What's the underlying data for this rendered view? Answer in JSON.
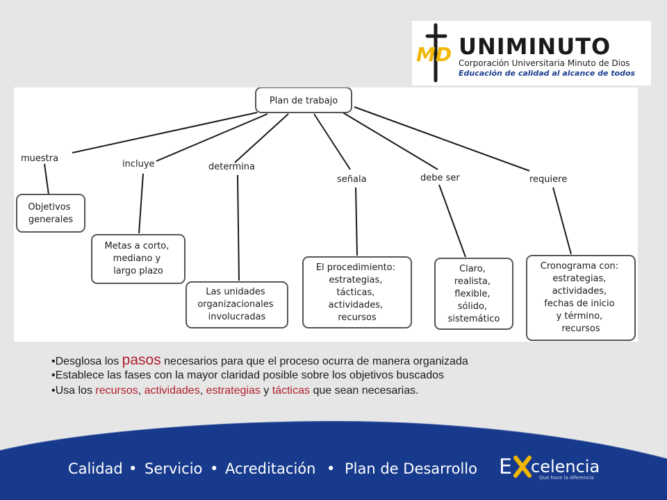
{
  "logo": {
    "initials": "MD",
    "title": "UNIMINUTO",
    "subtitle": "Corporación Universitaria Minuto de Dios",
    "slogan": "Educación de calidad al alcance de todos"
  },
  "diagram": {
    "root": "Plan de trabajo",
    "links": [
      "muestra",
      "incluye",
      "determina",
      "señala",
      "debe ser",
      "requiere"
    ],
    "targets": [
      [
        "Objetivos",
        "generales"
      ],
      [
        "Metas a corto,",
        "mediano y",
        "largo plazo"
      ],
      [
        "Las unidades",
        "organizacionales",
        "involucradas"
      ],
      [
        "El procedimiento:",
        "estrategias,",
        "tácticas,",
        "actividades,",
        "recursos"
      ],
      [
        "Claro,",
        "realista,",
        "flexible,",
        "sólido,",
        "sistemático"
      ],
      [
        "Cronograma con:",
        "estrategias,",
        "actividades,",
        "fechas de inicio",
        "y término,",
        "recursos"
      ]
    ]
  },
  "bullets": {
    "b1": {
      "pre": "•Desglosa los ",
      "emph": "pasos",
      "post": " necesarios para que el proceso ocurra de manera organizada"
    },
    "b2": {
      "text": "•Establece las fases con la mayor claridad posible sobre los objetivos buscados"
    },
    "b3": {
      "pre": "•Usa los ",
      "r1": "recursos",
      "s1": ", ",
      "r2": "actividades",
      "s2": ", ",
      "r3": "estrategias",
      "s3": " y ",
      "r4": "tácticas",
      "post": " que sean necesarias."
    }
  },
  "footer": {
    "items": [
      "Calidad",
      "Servicio",
      "Acreditación",
      "Plan de Desarrollo"
    ],
    "excelencia_e": "E",
    "excelencia_word": "celencia",
    "excelencia_tag": "Que hace la diferencia"
  },
  "colors": {
    "background": "#e6e6e6",
    "footer_blue": "#173a8c",
    "accent_red": "#b01e2b",
    "node_border": "#555555",
    "logo_yellow": "#f2b705"
  }
}
